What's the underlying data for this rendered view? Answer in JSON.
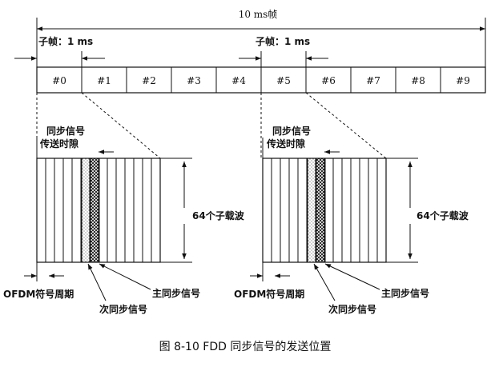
{
  "frame_label": "10 ms帧",
  "subframe_label_left": "子帧：1 ms",
  "subframe_label_right": "子帧：1 ms",
  "subframes": [
    "#0",
    "#1",
    "#2",
    "#3",
    "#4",
    "#5",
    "#6",
    "#7",
    "#8",
    "#9"
  ],
  "left_detail": {
    "sync_label_line1": "同步信号",
    "sync_label_line2": "传送时隙",
    "subcarrier_label": "64个子载波",
    "ofdm_label": "OFDM符号周期",
    "primary_sync_label": "主同步信号",
    "secondary_sync_label": "次同步信号"
  },
  "right_detail": {
    "sync_label_line1": "同步信号",
    "sync_label_line2": "传送时隙",
    "subcarrier_label": "64个子载波",
    "ofdm_label": "OFDM符号周期",
    "primary_sync_label": "主同步信号",
    "secondary_sync_label": "次同步信号"
  },
  "caption": "图 8-10   FDD 同步信号的发送位置",
  "colors": {
    "ink": "#111111",
    "background": "#ffffff"
  }
}
